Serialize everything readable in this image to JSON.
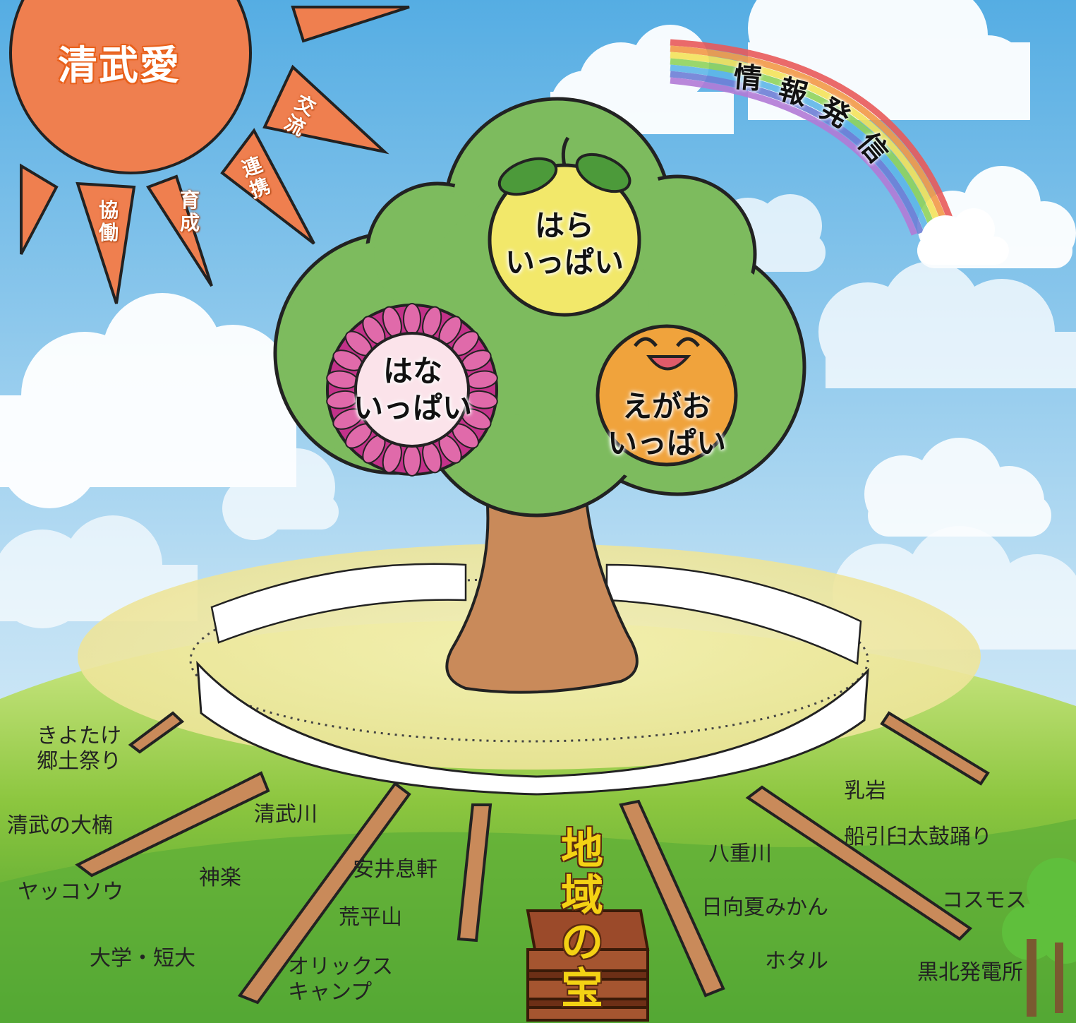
{
  "title": "清武愛",
  "sun_rays": [
    "交流",
    "連携",
    "育成",
    "協働"
  ],
  "rainbow": {
    "text": "情報発信",
    "chars": [
      "情",
      "報",
      "発",
      "信"
    ]
  },
  "tree": {
    "fruits": [
      {
        "name": "fruit",
        "label": "はら\nいっぱい"
      },
      {
        "name": "flower",
        "label": "はな\nいっぱい"
      },
      {
        "name": "smile",
        "label": "えがお\nいっぱい"
      }
    ]
  },
  "treasure": {
    "label": "地域の宝"
  },
  "root_labels": [
    "きよたけ\n郷土祭り",
    "清武の大楠",
    "清武川",
    "ヤッコソウ",
    "神楽",
    "安井息軒",
    "荒平山",
    "大学・短大",
    "オリックス\nキャンプ",
    "乳岩",
    "船引臼太鼓踊り",
    "八重川",
    "日向夏みかん",
    "コスモス",
    "ホタル",
    "黒北発電所"
  ],
  "colors": {
    "sky_top": "#5fb3e6",
    "sky_bottom": "#e6f3fb",
    "sun": "#ef7f4f",
    "tree_green": "#7dbb5e",
    "trunk": "#c98a5a",
    "grass": "#8cc63f",
    "flower": "#c3328a",
    "fruit": "#f2e86a",
    "smile": "#f0a33c",
    "treasure_text": "#f4d214"
  }
}
